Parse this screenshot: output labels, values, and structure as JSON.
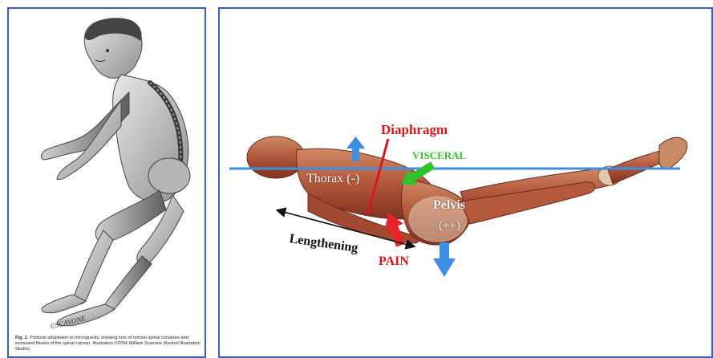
{
  "left_figure": {
    "signature": "©SCAVONE",
    "caption_label": "Fig. 1.",
    "caption_text": "Postural adaptation to microgravity, showing loss of normal spinal curvature and increased flexion of the spinal column. Illustration ©2004 William Scavone (Kestrel Illustration Studio)."
  },
  "right_figure": {
    "labels": {
      "diaphragm": "Diaphragm",
      "visceral": "VISCERAL",
      "thorax": "Thorax (-)",
      "pelvis": "Pelvis",
      "pelvis_sign": "(++)",
      "lengthening": "Lengthening",
      "pain": "PAIN"
    }
  },
  "colors": {
    "panel_border": "#3a5bc8",
    "horizon_line": "#3d8fe6",
    "diaphragm": "#e0141b",
    "visceral_arrow": "#2fc52a",
    "pain_arrow": "#e8242a",
    "blue_arrows": "#3d8fe6"
  }
}
